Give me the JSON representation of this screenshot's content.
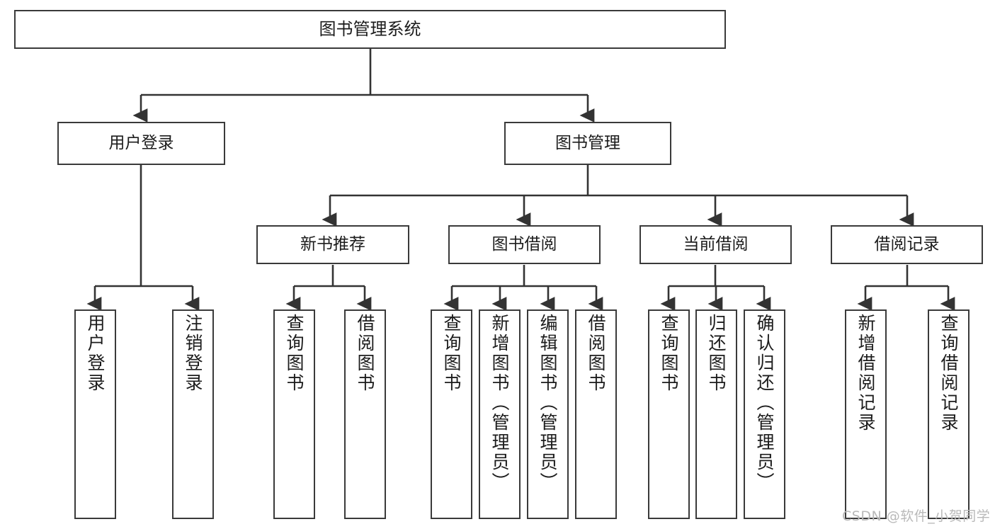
{
  "diagram": {
    "title": "图书管理系统",
    "type": "hierarchy-tree",
    "watermark": "CSDN @软件_小贺同学",
    "colors": {
      "box_border": "#3a3a3a",
      "box_fill": "#ffffff",
      "edge": "#333333",
      "text": "#1c1c1c",
      "watermark": "#b9b9b9"
    },
    "levels": {
      "root": [
        "图书管理系统"
      ],
      "level1": [
        "用户登录",
        "图书管理"
      ],
      "level2": [
        "新书推荐",
        "图书借阅",
        "当前借阅",
        "借阅记录"
      ],
      "level3": [
        "用户登录",
        "注销登录",
        "查询图书",
        "借阅图书",
        "查询图书",
        "新增图书（管理员）",
        "编辑图书（管理员）",
        "借阅图书",
        "查询图书",
        "归还图书",
        "确认归还（管理员）",
        "新增借阅记录",
        "查询借阅记录"
      ]
    },
    "nodes": {
      "root": {
        "label": "图书管理系统"
      },
      "user_login": {
        "label": "用户登录"
      },
      "book_mgmt": {
        "label": "图书管理"
      },
      "new_book_rec": {
        "label": "新书推荐"
      },
      "book_borrow": {
        "label": "图书借阅"
      },
      "current_borrow": {
        "label": "当前借阅"
      },
      "borrow_record": {
        "label": "借阅记录"
      },
      "leaf_user_login": {
        "label": "用户登录"
      },
      "leaf_logout": {
        "label": "注销登录"
      },
      "leaf_query_book_1": {
        "label": "查询图书"
      },
      "leaf_borrow_book_1": {
        "label": "借阅图书"
      },
      "leaf_query_book_2": {
        "label": "查询图书"
      },
      "leaf_add_book_admin": {
        "label": "新增图书（管理员）"
      },
      "leaf_edit_book_admin": {
        "label": "编辑图书（管理员）"
      },
      "leaf_borrow_book_2": {
        "label": "借阅图书"
      },
      "leaf_query_book_3": {
        "label": "查询图书"
      },
      "leaf_return_book": {
        "label": "归还图书"
      },
      "leaf_confirm_return_admin": {
        "label": "确认归还（管理员）"
      },
      "leaf_add_record": {
        "label": "新增借阅记录"
      },
      "leaf_query_record": {
        "label": "查询借阅记录"
      }
    }
  }
}
